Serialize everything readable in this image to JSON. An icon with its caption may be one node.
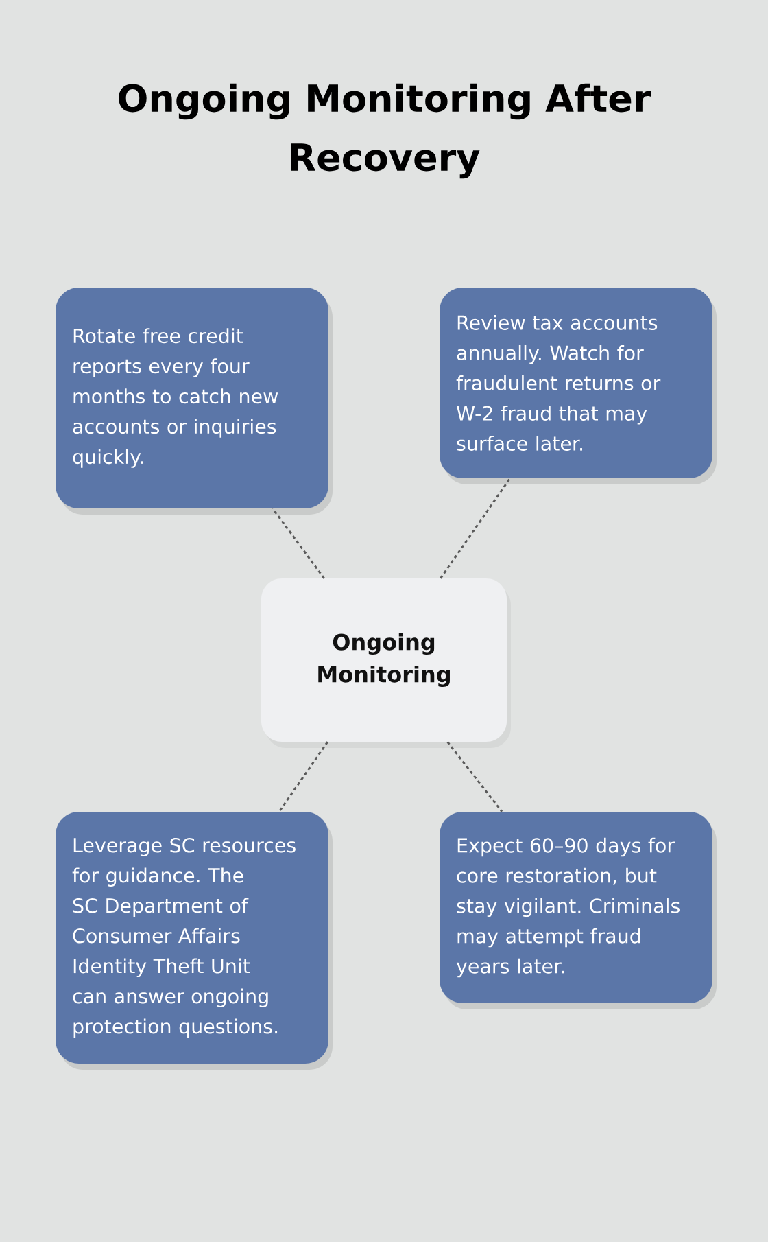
{
  "diagram": {
    "title": "Ongoing Monitoring After Recovery",
    "nodes": [
      {
        "text": [
          "Rotate free credit reports every four months to catch new accounts or inquiries quickly."
        ]
      },
      {
        "text": [
          "Review tax accounts annually. Watch for fraudulent returns or W-2 fraud that may surface later."
        ]
      },
      {
        "text": [
          "Ongoing Monitoring"
        ]
      },
      {
        "text": [
          "Leverage SC resources for guidance. The SC Department of Consumer Affairs Identity Theft Unit can answer ongoing protection questions."
        ]
      },
      {
        "text": [
          "Expect 60–90 days for core restoration, but stay vigilant. Criminals may attempt fraud years later."
        ]
      }
    ],
    "edges": [
      {
        "from": 2,
        "to": 0,
        "arrow": "none",
        "style": "dashed"
      },
      {
        "from": 2,
        "to": 1,
        "arrow": "none",
        "style": "dashed"
      },
      {
        "from": 2,
        "to": 3,
        "arrow": "none",
        "style": "dashed"
      },
      {
        "from": 2,
        "to": 4,
        "arrow": "none",
        "style": "dashed"
      }
    ]
  }
}
